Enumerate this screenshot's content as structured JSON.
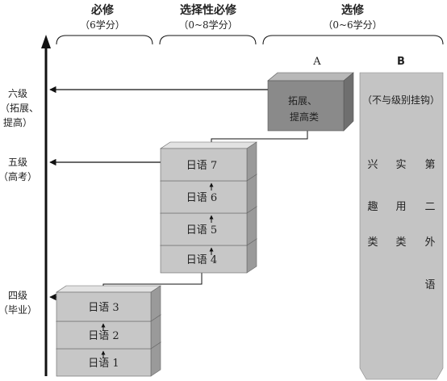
{
  "headers": [
    {
      "title": "必修",
      "sub": "（6学分）"
    },
    {
      "title": "选择性必修",
      "sub": "（0~8学分）"
    },
    {
      "title": "选修",
      "sub": "（0~6学分）"
    }
  ],
  "levels": [
    {
      "lines": [
        "六级",
        "（拓展、",
        "提高）"
      ]
    },
    {
      "lines": [
        "五级",
        "（高考）"
      ]
    },
    {
      "lines": [
        "四级",
        "（毕业）"
      ]
    }
  ],
  "blocks": {
    "compulsory": [
      "日语 1",
      "日语 2",
      "日语 3"
    ],
    "selective": [
      "日语 4",
      "日语 5",
      "日语 6",
      "日语 7"
    ]
  },
  "elective": {
    "a_label": "A",
    "a_block": [
      "拓展、",
      "提高类"
    ],
    "b_label": "B",
    "b_note": "（不与级别挂钩）",
    "b_columns": [
      [
        "兴",
        "趣",
        "类"
      ],
      [
        "实",
        "用",
        "类"
      ],
      [
        "第",
        "二",
        "外",
        "语"
      ]
    ]
  },
  "colors": {
    "block_front": "#c7c7c7",
    "block_top": "#e2e2e2",
    "block_side": "#9a9a9a",
    "a_front": "#8a8a8a",
    "a_top": "#b8b8b8",
    "a_side": "#6f6f6f",
    "b_fill": "#c4c4c4",
    "line": "#111111"
  }
}
